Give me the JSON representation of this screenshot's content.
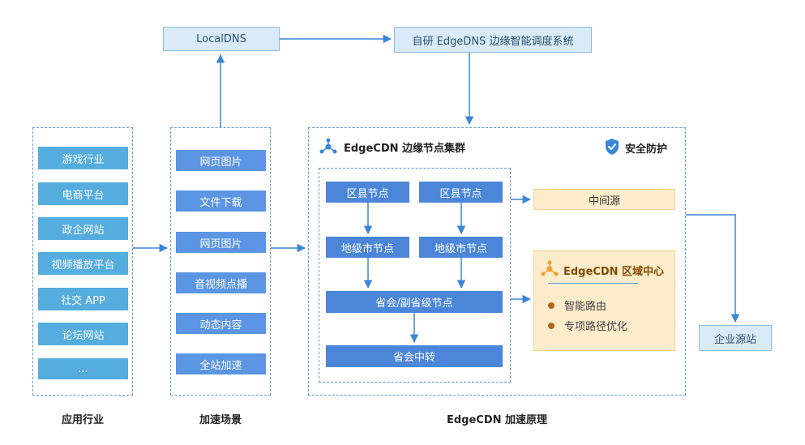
{
  "top": {
    "localdns": "LocalDNS",
    "edgedns": "自研 EdgeDNS 边缘智能调度系统"
  },
  "industries": {
    "label": "应用行业",
    "items": [
      "游戏行业",
      "电商平台",
      "政企网站",
      "视频播放平台",
      "社交 APP",
      "论坛网站",
      "..."
    ]
  },
  "scenarios": {
    "label": "加速场景",
    "items": [
      "网页图片",
      "文件下载",
      "网页图片",
      "音视频点播",
      "动态内容",
      "全站加速"
    ]
  },
  "cdn": {
    "label": "EdgeCDN 加速原理",
    "cluster_title": "EdgeCDN 边缘节点集群",
    "security": "安全防护",
    "county_left": "区县节点",
    "county_right": "区县节点",
    "city_left": "地级市节点",
    "city_right": "地级市节点",
    "province": "省会/副省级节点",
    "relay": "省会中转",
    "mid_source": "中间源",
    "region_title": "EdgeCDN 区域中心",
    "region_items": [
      "智能路由",
      "专项路径优化"
    ]
  },
  "origin": "企业源站",
  "colors": {
    "arrow": "#3a86d8",
    "node": "#4b86d9",
    "industry": "#55acdf",
    "orange_fill": "#fdeccc",
    "orange_text": "#8a4b00"
  }
}
